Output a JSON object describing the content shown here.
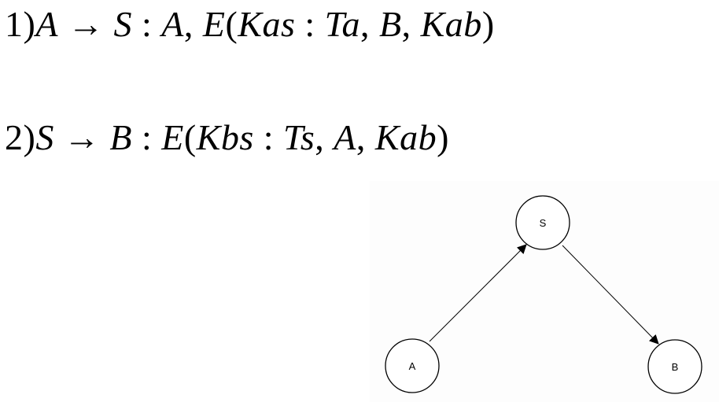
{
  "formulas": [
    {
      "number": "1)",
      "parts": [
        {
          "t": "A",
          "i": true
        },
        {
          "t": " → ",
          "i": false
        },
        {
          "t": "S",
          "i": true
        },
        {
          "t": " : ",
          "i": false
        },
        {
          "t": "A",
          "i": true
        },
        {
          "t": ", ",
          "i": false
        },
        {
          "t": "E",
          "i": true
        },
        {
          "t": "(",
          "i": false
        },
        {
          "t": "Kas",
          "i": true
        },
        {
          "t": " : ",
          "i": false
        },
        {
          "t": "Ta",
          "i": true
        },
        {
          "t": ", ",
          "i": false
        },
        {
          "t": "B",
          "i": true
        },
        {
          "t": ", ",
          "i": false
        },
        {
          "t": "Kab",
          "i": true
        },
        {
          "t": ")",
          "i": false
        }
      ]
    },
    {
      "number": "2)",
      "parts": [
        {
          "t": "S",
          "i": true
        },
        {
          "t": " → ",
          "i": false
        },
        {
          "t": "B",
          "i": true
        },
        {
          "t": " : ",
          "i": false
        },
        {
          "t": "E",
          "i": true
        },
        {
          "t": "(",
          "i": false
        },
        {
          "t": "Kbs",
          "i": true
        },
        {
          "t": " : ",
          "i": false
        },
        {
          "t": "Ts",
          "i": true
        },
        {
          "t": ", ",
          "i": false
        },
        {
          "t": "A",
          "i": true
        },
        {
          "t": ", ",
          "i": false
        },
        {
          "t": "Kab",
          "i": true
        },
        {
          "t": ")",
          "i": false
        }
      ]
    }
  ],
  "diagram": {
    "nodes": {
      "s": {
        "label": "S"
      },
      "a": {
        "label": "A"
      },
      "b": {
        "label": "B"
      }
    },
    "edges": [
      {
        "from": "A",
        "to": "S"
      },
      {
        "from": "S",
        "to": "B"
      }
    ]
  }
}
